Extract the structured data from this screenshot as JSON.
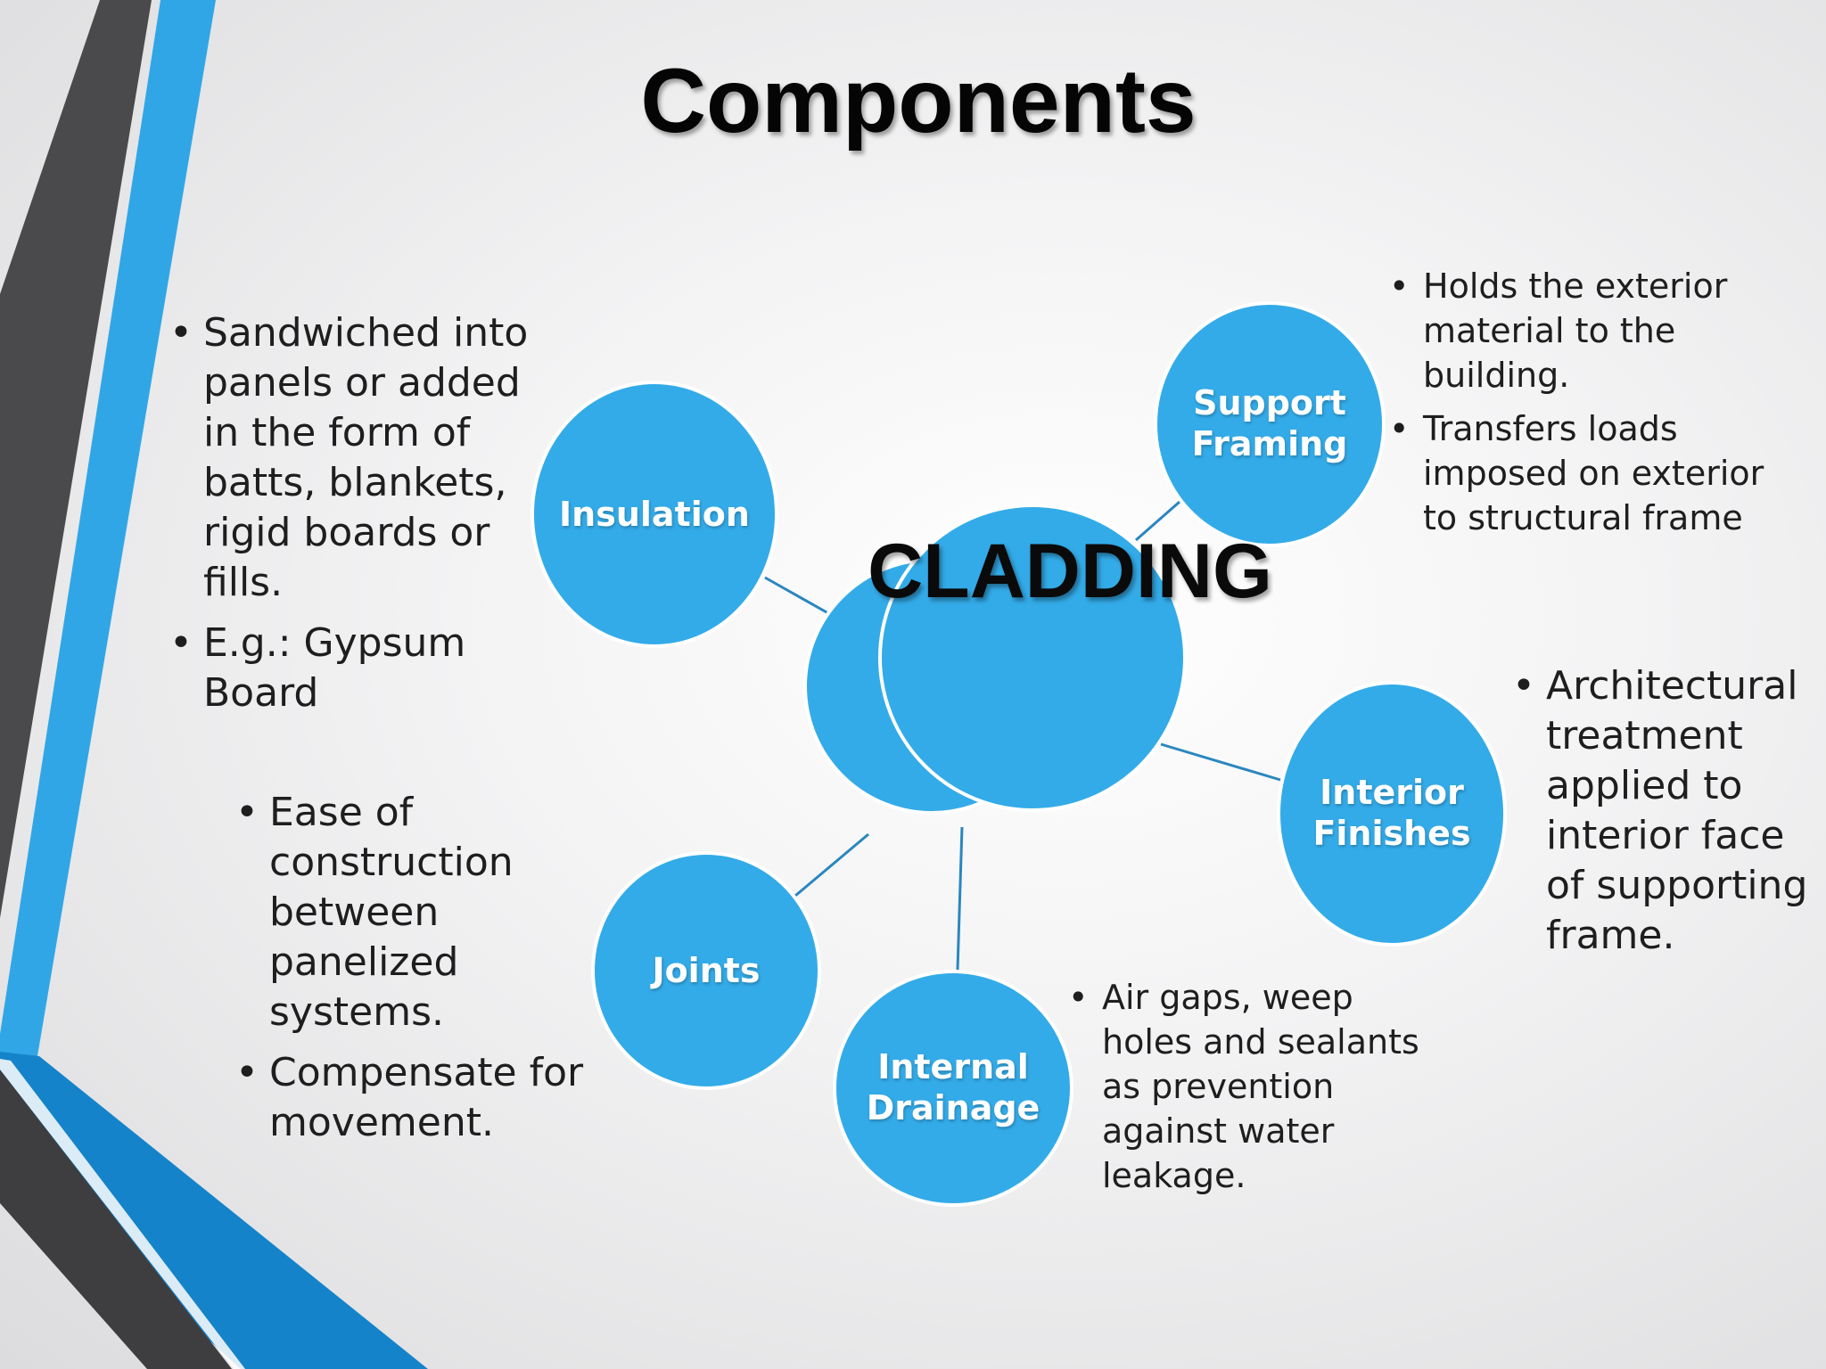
{
  "slide": {
    "title": "Components"
  },
  "diagram": {
    "center": "CLADDING",
    "nodes": {
      "insulation": "Insulation",
      "support_framing": {
        "line1": "Support",
        "line2": "Framing"
      },
      "interior_finishes": {
        "line1": "Interior",
        "line2": "Finishes"
      },
      "joints": "Joints",
      "internal_drainage": {
        "line1": "Internal",
        "line2": "Drainage"
      }
    }
  },
  "descriptions": {
    "insulation": [
      "Sandwiched into panels or added in the form of batts, blankets, rigid boards or fills.",
      "E.g.: Gypsum Board"
    ],
    "support_framing": [
      "Holds the exterior material to the building.",
      "Transfers loads imposed on exterior to structural frame"
    ],
    "interior_finishes": [
      "Architectural treatment applied to interior face of supporting frame."
    ],
    "joints": [
      "Ease of construction between panelized systems.",
      "Compensate for movement."
    ],
    "internal_drainage": [
      "Air gaps, weep holes and sealants as prevention against water leakage."
    ]
  },
  "colors": {
    "node_fill": "#33abe8",
    "accent_blue": "#2f9fde",
    "accent_dark": "#4a4a4c",
    "connector": "#2a86bf",
    "text": "#1e1e1e"
  }
}
